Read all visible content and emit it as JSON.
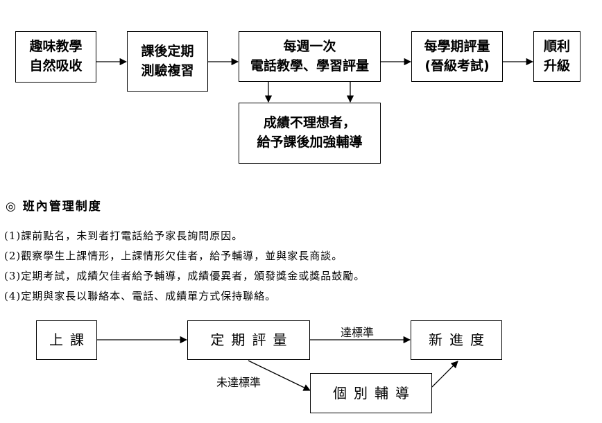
{
  "top_flow": {
    "nodes": [
      {
        "line1": "趣味教學",
        "line2": "自然吸收"
      },
      {
        "line1": "課後定期",
        "line2": "測驗複習"
      },
      {
        "line1": "每週一次",
        "line2": "電話教學、學習評量"
      },
      {
        "line1": "每學期評量",
        "line2": "(晉級考試)"
      },
      {
        "line1": "順利",
        "line2": "升級"
      }
    ],
    "remedial": {
      "line1": "成績不理想者，",
      "line2": "給予課後加強輔導"
    }
  },
  "section": {
    "heading": "◎ 班內管理制度",
    "rules": [
      "(1)課前點名，未到者打電話給予家長詢問原因。",
      "(2)觀察學生上課情形，上課情形欠佳者，給予輔導，並與家長商談。",
      "(3)定期考試，成績欠佳者給予輔導，成績優異者，頒發獎金或獎品鼓勵。",
      "(4)定期與家長以聯絡本、電話、成績單方式保持聯絡。"
    ]
  },
  "bottom_flow": {
    "class": "上課",
    "assessment": "定期評量",
    "new_progress": "新進度",
    "tutoring": "個別輔導",
    "pass_label": "達標準",
    "fail_label": "未達標準"
  }
}
